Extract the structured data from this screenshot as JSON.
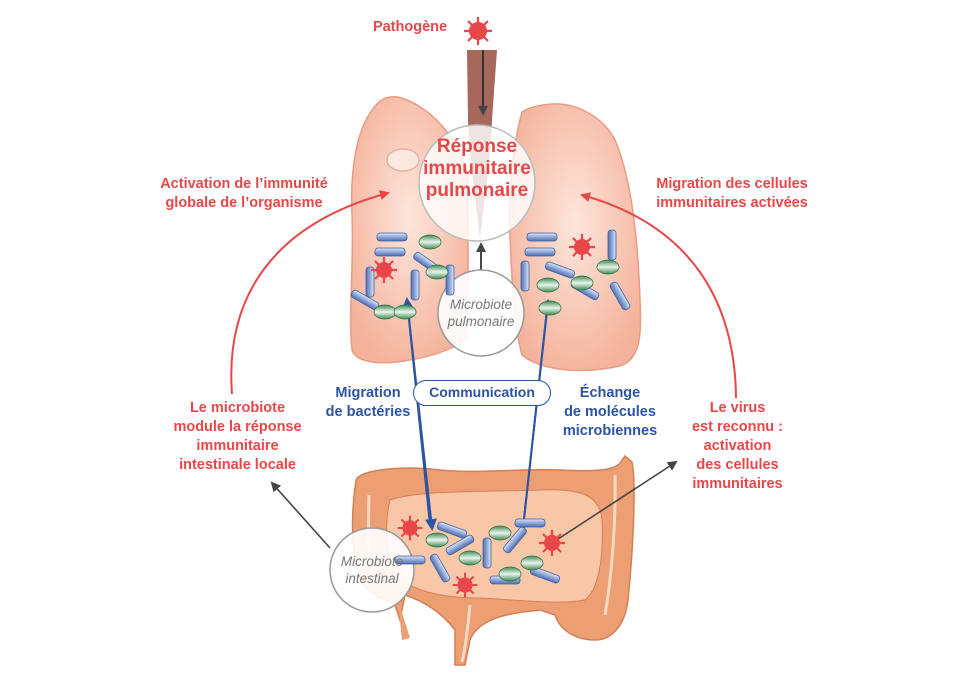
{
  "colors": {
    "accent_red": "#e8474a",
    "accent_blue": "#2c54a3",
    "lung": "#f7c3ad",
    "intestine": "#ec9f73",
    "trachea": "#a5685a"
  },
  "labels": {
    "pathogen": "Pathogène",
    "pulmonary_response": "Réponse\nimmunitaire\npulmonaire",
    "lung_microbiota": "Microbiote\npulmonaire",
    "gut_microbiota": "Microbiote\nintestinal",
    "global_activation": "Activation de l’immunité\nglobale de l’organisme",
    "cell_migration": "Migration des cellules\nimmunitaires activées",
    "bacteria_migration": "Migration\nde bactéries",
    "communication": "Communication",
    "molecule_exchange": "Échange\nde molécules\nmicrobiennes",
    "microbiota_modulates": "Le microbiote\nmodule la réponse\nimmunitaire\nintestinale locale",
    "virus_recognized": "Le virus\nest reconnu :\nactivation\ndes cellules\nimmunitaires"
  }
}
